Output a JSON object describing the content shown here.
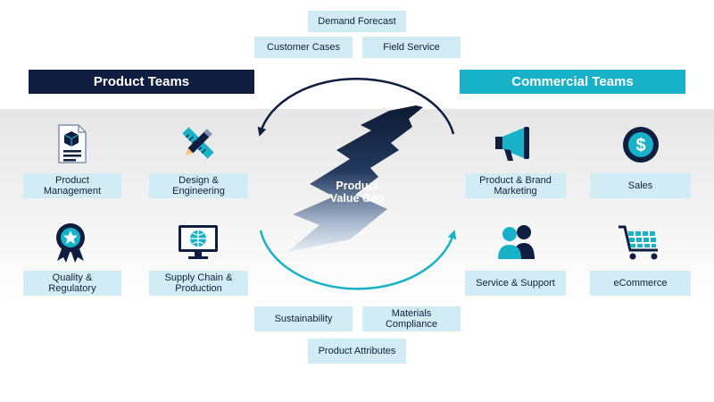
{
  "top_topics": [
    "Demand Forecast",
    "Customer Cases",
    "Field Service"
  ],
  "bottom_topics": [
    "Sustainability",
    "Materials\nCompliance",
    "Product Attributes"
  ],
  "product_teams": {
    "title": "Product Teams",
    "items": [
      "Product\nManagement",
      "Design &\nEngineering",
      "Quality &\nRegulatory",
      "Supply Chain &\nProduction"
    ]
  },
  "commercial_teams": {
    "title": "Commercial Teams",
    "items": [
      "Product & Brand\nMarketing",
      "Sales",
      "Service & Support",
      "eCommerce"
    ]
  },
  "center": {
    "label_line1": "Product",
    "label_line2": "Value Gap"
  },
  "colors": {
    "navy": "#0e1d40",
    "teal": "#17b2c8",
    "box": "#d2ecf6",
    "band": "#ebebeb"
  },
  "icons": [
    "document-cube-icon",
    "ruler-pencil-icon",
    "award-star-icon",
    "monitor-globe-icon",
    "megaphone-icon",
    "dollar-coin-icon",
    "people-icon",
    "shopping-cart-icon"
  ]
}
